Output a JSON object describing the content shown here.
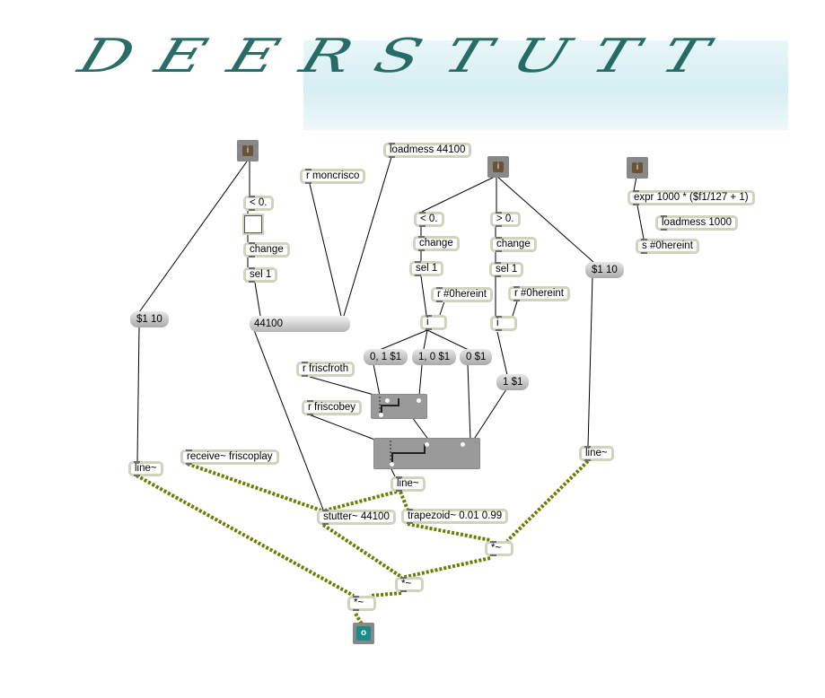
{
  "banner": {
    "text": "DEERSTUTT"
  },
  "inlets": [
    {
      "label": "i"
    },
    {
      "label": "i"
    },
    {
      "label": "i"
    }
  ],
  "outlet": {
    "label": "o"
  },
  "objects": {
    "lt_zero_1": "< 0.",
    "change_1": "change",
    "sel_1": "sel 1",
    "r_moncrisco": "r moncrisco",
    "loadmess_44100": "loadmess 44100",
    "lt_zero_2": "< 0.",
    "change_2": "change",
    "sel_2": "sel 1",
    "gt_zero": "> 0.",
    "change_3": "change",
    "sel_3": "sel 1",
    "r_hereint_1": "r #0hereint",
    "r_hereint_2": "r #0hereint",
    "int_1": "i",
    "int_2": "i",
    "expr": "expr 1000 * ($f1/127 + 1)",
    "loadmess_1000": "loadmess 1000",
    "s_hereint": "s #0hereint",
    "r_friscfroth": "r friscfroth",
    "r_friscobey": "r friscobey",
    "receive_friscoplay": "receive~ friscoplay",
    "line_1": "line~",
    "line_2": "line~",
    "line_3": "line~",
    "stutter": "stutter~ 44100",
    "trapezoid": "trapezoid~ 0.01 0.99",
    "mult_1": "*~",
    "mult_2": "*~",
    "mult_3": "*~"
  },
  "messages": {
    "m_110_left": "$1 10",
    "m_110_right": "$1 10",
    "m_0_1": "0, 1 $1",
    "m_1_0": "1, 0 $1",
    "m_0": "0 $1",
    "m_1": "1 $1"
  },
  "numbers": {
    "samplerate": "44100"
  },
  "colors": {
    "object_border": "#cfd4bf",
    "message_fill": "#b0b0b0",
    "signal_cable": "#6b7d00",
    "control_cable": "#000000",
    "banner_ink": "#0d5a52"
  }
}
